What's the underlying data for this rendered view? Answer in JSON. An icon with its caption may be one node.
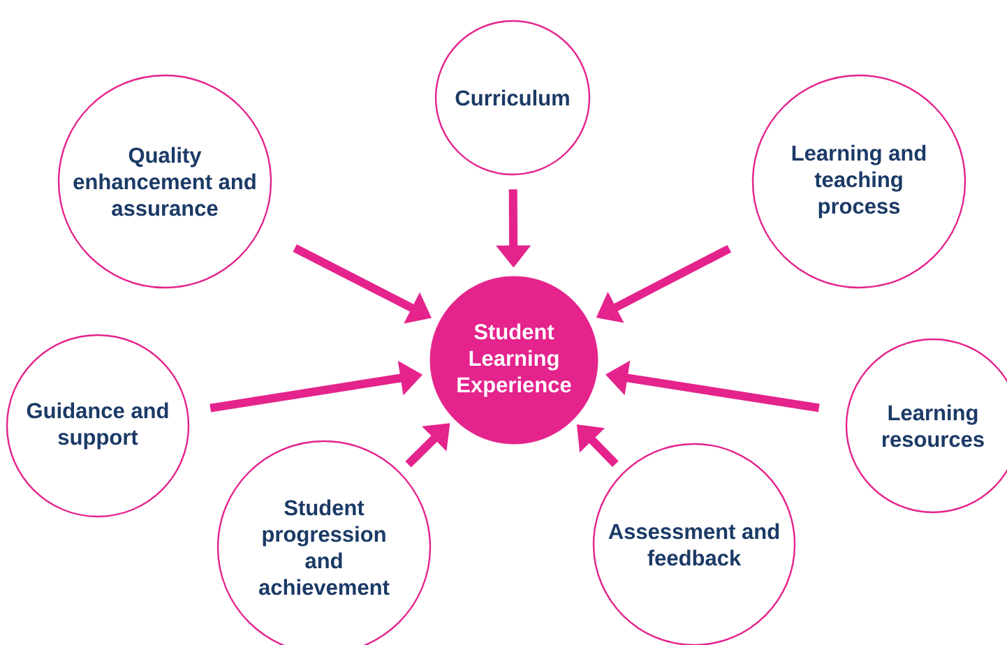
{
  "diagram": {
    "nodes": [
      {
        "text": [
          "Student Learning Experience"
        ]
      },
      {
        "text": [
          "Curriculum"
        ]
      },
      {
        "text": [
          "Quality enhancement and assurance"
        ]
      },
      {
        "text": [
          "Learning and teaching process"
        ]
      },
      {
        "text": [
          "Guidance and support"
        ]
      },
      {
        "text": [
          "Learning resources"
        ]
      },
      {
        "text": [
          "Student progression and achievement"
        ]
      },
      {
        "text": [
          "Assessment and feedback"
        ]
      }
    ],
    "edges": [
      {
        "from": 1,
        "to": 0,
        "arrow": "to"
      },
      {
        "from": 2,
        "to": 0,
        "arrow": "to"
      },
      {
        "from": 3,
        "to": 0,
        "arrow": "to"
      },
      {
        "from": 4,
        "to": 0,
        "arrow": "to"
      },
      {
        "from": 5,
        "to": 0,
        "arrow": "to"
      },
      {
        "from": 6,
        "to": 0,
        "arrow": "to"
      },
      {
        "from": 7,
        "to": 0,
        "arrow": "to"
      }
    ]
  }
}
